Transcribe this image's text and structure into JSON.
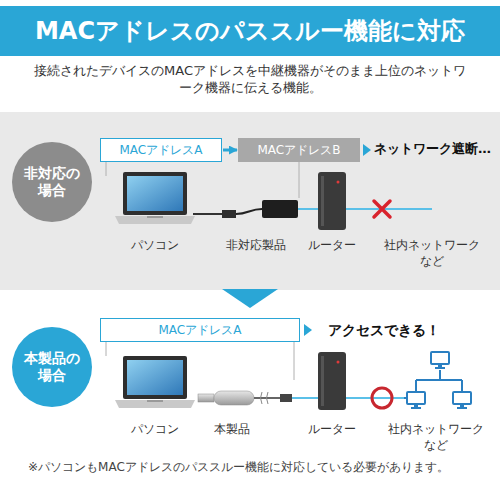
{
  "diagram": {
    "title": "MACアドレスのパススルー機能に対応",
    "nodes": [
      {
        "text": [
          "非対応の場合"
        ]
      },
      {
        "text": [
          "MACアドレスA"
        ]
      },
      {
        "text": [
          "MACアドレスB"
        ]
      },
      {
        "text": [
          "本製品の場合"
        ]
      },
      {
        "text": [
          "MACアドレスA"
        ]
      }
    ],
    "edges": [
      {
        "from": 1,
        "to": 2,
        "arrow": "to"
      }
    ],
    "labels": [
      "接続されたデバイスのMACアドレスを中継機器がそのまま上位のネットワーク機器に伝える機能。",
      "ネットワーク遮断…",
      "パソコン",
      "非対応製品",
      "ルーター",
      "社内ネットワーク など",
      "アクセスできる！",
      "パソコン",
      "本製品",
      "ルーター",
      "社内ネットワーク など",
      "※パソコンもMACアドレスのパススルー機能に対応している必要があります。"
    ]
  }
}
